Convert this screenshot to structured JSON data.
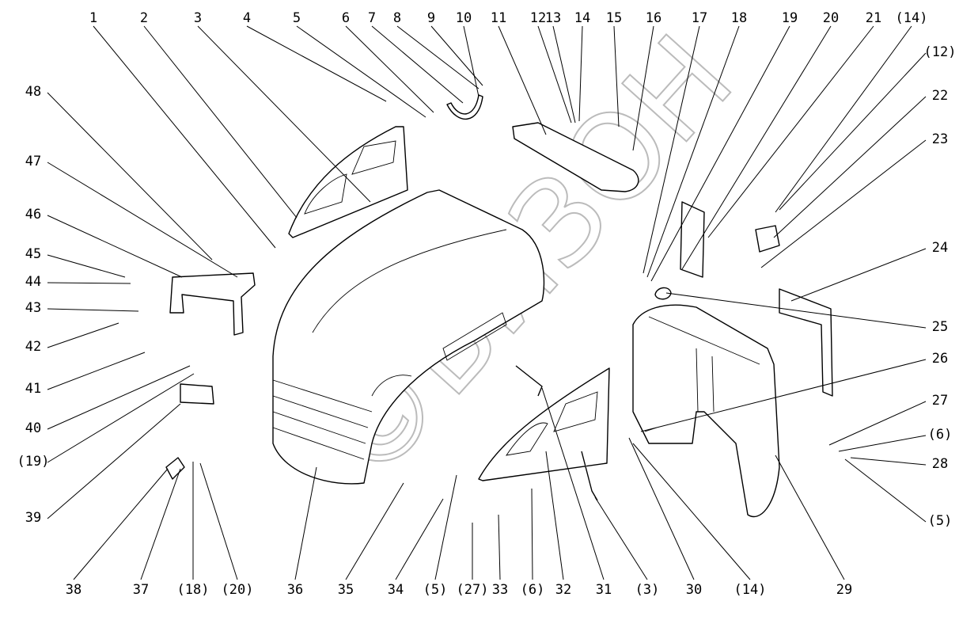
{
  "diagram": {
    "watermark": "©БИЗОН",
    "callouts": {
      "top": [
        "1",
        "2",
        "3",
        "4",
        "5",
        "6",
        "7",
        "8",
        "9",
        "10",
        "11",
        "12",
        "13",
        "14",
        "15",
        "16",
        "17",
        "18",
        "19",
        "20",
        "21",
        "(14)"
      ],
      "right": [
        "(12)",
        "22",
        "23",
        "24",
        "25",
        "26",
        "27",
        "(6)",
        "28",
        "(5)"
      ],
      "bottom": [
        "29",
        "(14)",
        "30",
        "(3)",
        "31",
        "32",
        "(6)",
        "33",
        "(27)",
        "(5)",
        "34",
        "35",
        "36",
        "(20)",
        "(18)",
        "37",
        "38"
      ],
      "left": [
        "48",
        "47",
        "46",
        "45",
        "44",
        "43",
        "42",
        "41",
        "40",
        "(19)",
        "39"
      ]
    }
  }
}
